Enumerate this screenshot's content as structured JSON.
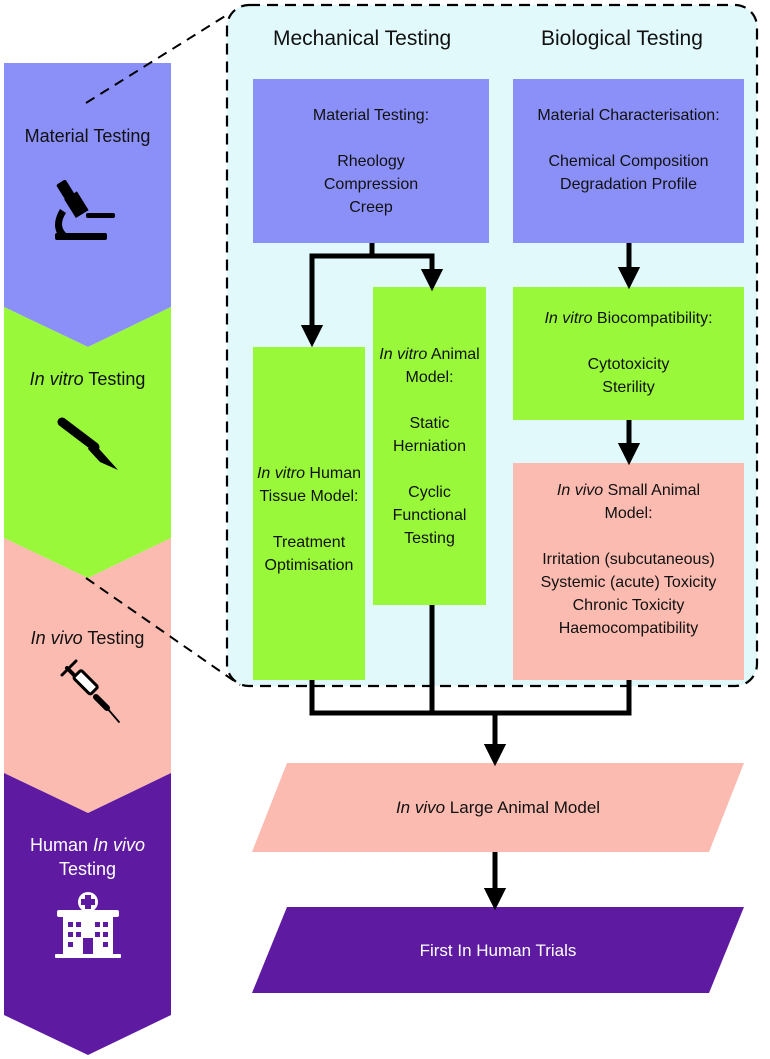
{
  "colors": {
    "blue": "#8a90f8",
    "green": "#99f83a",
    "pink": "#fbbbb0",
    "purple": "#5e1aa0",
    "dashed_bg": "#e2f9fb",
    "arrow": "#000000"
  },
  "stages": [
    {
      "label_main": "Material Testing",
      "label_italic": "",
      "icon": "microscope-icon"
    },
    {
      "label_main": " Testing",
      "label_italic": "In vitro",
      "icon": "scalpel-icon"
    },
    {
      "label_main": " Testing",
      "label_italic": "In vivo",
      "icon": "syringe-icon"
    },
    {
      "label_prefix": "Human ",
      "label_italic": "In vivo",
      "label_line2": "Testing",
      "icon": "hospital-icon"
    }
  ],
  "headers": {
    "mechanical": "Mechanical Testing",
    "biological": "Biological Testing"
  },
  "boxes": {
    "material_testing": {
      "title": "Material Testing:",
      "items": [
        "Rheology",
        "Compression",
        "Creep"
      ]
    },
    "material_characterisation": {
      "title": "Material Characterisation:",
      "items": [
        "Chemical Composition",
        "Degradation Profile"
      ]
    },
    "human_tissue": {
      "italic": "In vitro",
      "title_rest": " Human",
      "title_line2": "Tissue Model:",
      "items": [
        "Treatment",
        "Optimisation"
      ]
    },
    "animal_model": {
      "italic": "In vitro",
      "title_rest": " Animal",
      "title_line2": "Model:",
      "group1": [
        "Static",
        "Herniation"
      ],
      "group2": [
        "Cyclic",
        "Functional",
        "Testing"
      ]
    },
    "biocompat": {
      "italic": "In vitro",
      "title_rest": " Biocompatibility:",
      "items": [
        "Cytotoxicity",
        "Sterility"
      ]
    },
    "small_animal": {
      "italic": "In vivo",
      "title_rest": " Small Animal",
      "title_line2": "Model:",
      "items": [
        "Irritation (subcutaneous)",
        "Systemic (acute) Toxicity",
        "Chronic Toxicity",
        "Haemocompatibility"
      ]
    },
    "large_animal": {
      "italic": "In vivo",
      "title_rest": " Large Animal Model"
    },
    "first_in_human": {
      "title": "First In Human Trials"
    }
  }
}
